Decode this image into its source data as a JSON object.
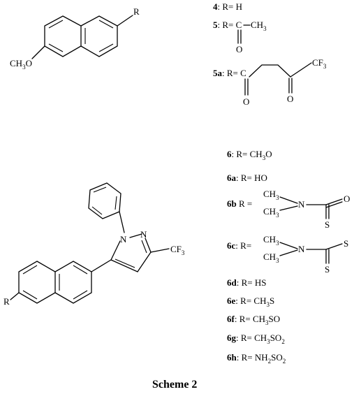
{
  "caption": "Scheme 2",
  "top_molecule": {
    "substituent_label": "R",
    "methoxy": {
      "main": "CH",
      "sub": "3",
      "tail": "O"
    }
  },
  "top_list": [
    {
      "id": "4",
      "text": "R= H"
    },
    {
      "id": "5",
      "text": "R= C",
      "extra": "CH",
      "extra_sub": "3",
      "oxygen": "O"
    },
    {
      "id": "5a",
      "text": "R= C",
      "oxygen1": "O",
      "oxygen2": "O",
      "cf": "CF",
      "cf_sub": "3"
    }
  ],
  "bottom_molecule": {
    "substituent_label": "R",
    "nitrogen_1": "N",
    "nitrogen_2": "N",
    "cf": "CF",
    "cf_sub": "3"
  },
  "bottom_list": {
    "r6": {
      "id": "6",
      "pre": "R= CH",
      "sub": "3",
      "post": "O"
    },
    "r6a": {
      "id": "6a",
      "text": "R= HO"
    },
    "r6b": {
      "id": "6b",
      "text": "R =",
      "ch_a": "CH",
      "ch_a_sub": "3",
      "ch_b": "CH",
      "ch_b_sub": "3",
      "n": "N",
      "o": "O",
      "s": "S"
    },
    "r6c": {
      "id": "6c",
      "text": "R=",
      "ch_a": "CH",
      "ch_a_sub": "3",
      "ch_b": "CH",
      "ch_b_sub": "3",
      "n": "N",
      "s1": "S",
      "s2": "S"
    },
    "r6d": {
      "id": "6d",
      "text": "R= HS"
    },
    "r6e": {
      "id": "6e",
      "pre": "R= CH",
      "sub": "3",
      "post": "S"
    },
    "r6f": {
      "id": "6f",
      "pre": "R= CH",
      "sub": "3",
      "post": "SO"
    },
    "r6g": {
      "id": "6g",
      "pre": "R= CH",
      "sub": "3",
      "post": "SO",
      "sub2": "2"
    },
    "r6h": {
      "id": "6h",
      "pre": "R= NH",
      "sub": "2",
      "post": "SO",
      "sub2": "2"
    }
  }
}
